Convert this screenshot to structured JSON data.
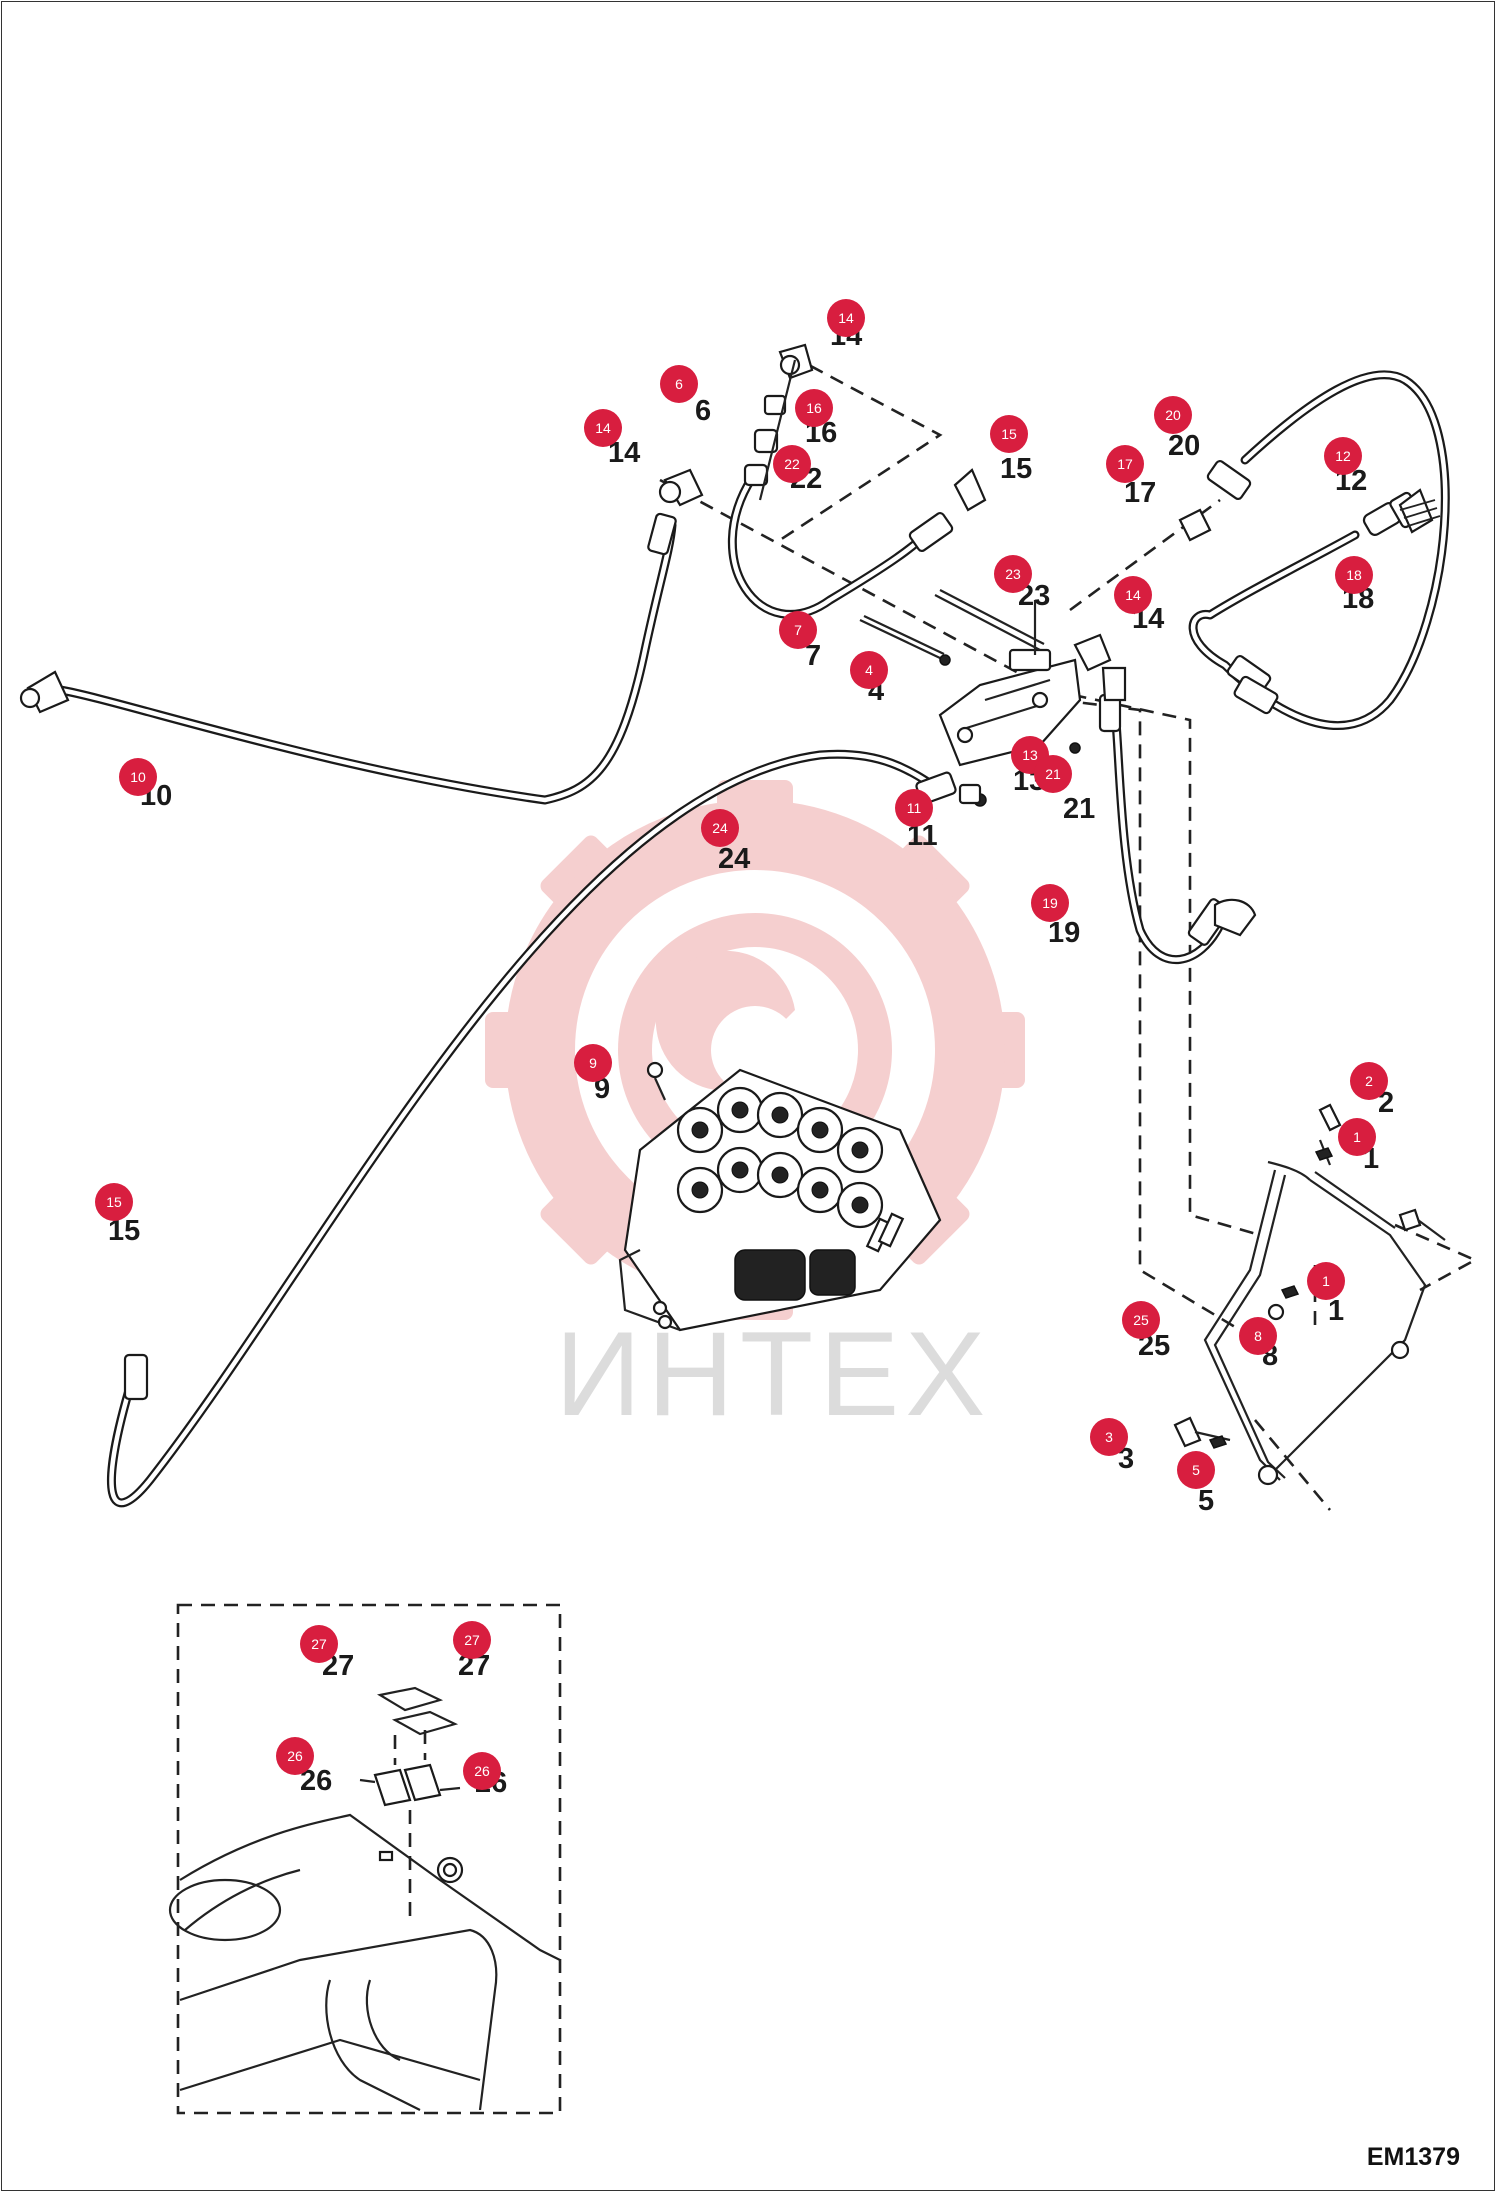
{
  "diagram_id": "EM1379",
  "watermark": {
    "text": "ИНТЕХ",
    "color": "#f4c7c7"
  },
  "badge_color": "#d81e3f",
  "icons": {
    "watermark_logo": "gear-wrench-icon"
  },
  "callouts": [
    {
      "n": "14"
    },
    {
      "n": "6"
    },
    {
      "n": "16"
    },
    {
      "n": "14"
    },
    {
      "n": "22"
    },
    {
      "n": "15"
    },
    {
      "n": "20"
    },
    {
      "n": "17"
    },
    {
      "n": "12"
    },
    {
      "n": "18"
    },
    {
      "n": "23"
    },
    {
      "n": "14"
    },
    {
      "n": "7"
    },
    {
      "n": "4"
    },
    {
      "n": "10"
    },
    {
      "n": "13"
    },
    {
      "n": "21"
    },
    {
      "n": "11"
    },
    {
      "n": "24"
    },
    {
      "n": "19"
    },
    {
      "n": "9"
    },
    {
      "n": "2"
    },
    {
      "n": "1"
    },
    {
      "n": "15"
    },
    {
      "n": "1"
    },
    {
      "n": "25"
    },
    {
      "n": "8"
    },
    {
      "n": "3"
    },
    {
      "n": "5"
    },
    {
      "n": "27"
    },
    {
      "n": "27"
    },
    {
      "n": "26"
    },
    {
      "n": "26"
    }
  ]
}
